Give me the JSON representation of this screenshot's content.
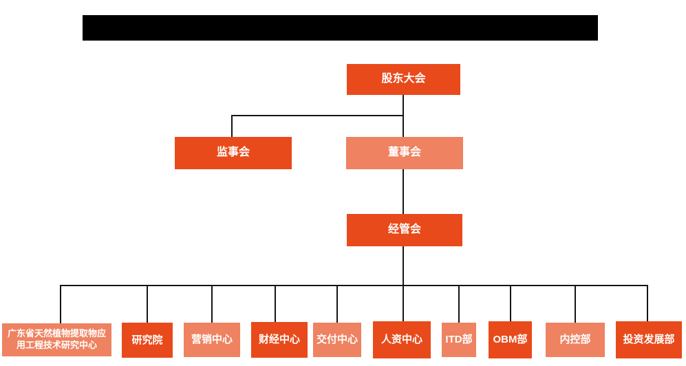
{
  "colors": {
    "node_solid": "#E94A1B",
    "node_light": "#EE8261",
    "connector_line": "#141414",
    "redaction_bar": "#000000"
  },
  "org": {
    "root": {
      "label": "股东大会"
    },
    "level2": [
      {
        "label": "监事会",
        "variant": "solid"
      },
      {
        "label": "董事会",
        "variant": "light"
      }
    ],
    "level3": {
      "label": "经管会"
    },
    "departments": [
      {
        "label": "广东省天然植物提取物应用工程技术研究中心",
        "variant": "light"
      },
      {
        "label": "研究院",
        "variant": "solid"
      },
      {
        "label": "营销中心",
        "variant": "light"
      },
      {
        "label": "财经中心",
        "variant": "solid"
      },
      {
        "label": "交付中心",
        "variant": "light"
      },
      {
        "label": "人资中心",
        "variant": "solid"
      },
      {
        "label": "ITD部",
        "variant": "light"
      },
      {
        "label": "OBM部",
        "variant": "solid"
      },
      {
        "label": "内控部",
        "variant": "light"
      },
      {
        "label": "投资发展部",
        "variant": "solid"
      }
    ]
  }
}
